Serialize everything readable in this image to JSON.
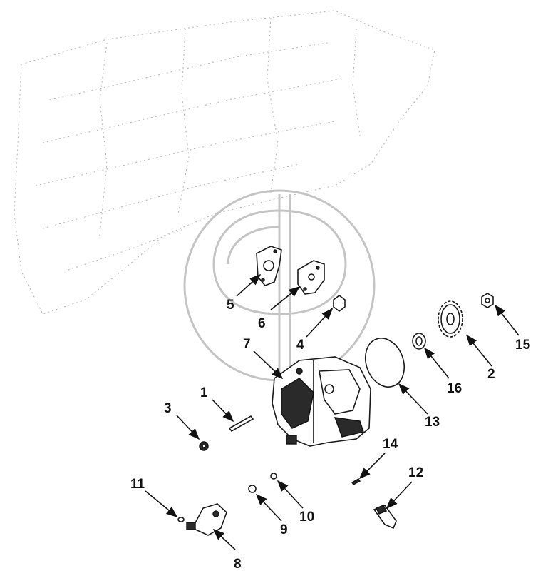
{
  "diagram": {
    "style": "exploded-parts-view",
    "callouts": [
      {
        "id": "1",
        "label": "1"
      },
      {
        "id": "2",
        "label": "2"
      },
      {
        "id": "3",
        "label": "3"
      },
      {
        "id": "4",
        "label": "4"
      },
      {
        "id": "5",
        "label": "5"
      },
      {
        "id": "6",
        "label": "6"
      },
      {
        "id": "7",
        "label": "7"
      },
      {
        "id": "8",
        "label": "8"
      },
      {
        "id": "9",
        "label": "9"
      },
      {
        "id": "10",
        "label": "10"
      },
      {
        "id": "11",
        "label": "11"
      },
      {
        "id": "12",
        "label": "12"
      },
      {
        "id": "13",
        "label": "13"
      },
      {
        "id": "14",
        "label": "14"
      },
      {
        "id": "15",
        "label": "15"
      },
      {
        "id": "16",
        "label": "16"
      }
    ],
    "watermark": {
      "icon": "cp-logo-watermark",
      "color": "#bdbdbd"
    },
    "colors": {
      "ink": "#111111",
      "faded_background": "#9a9a9a"
    }
  }
}
